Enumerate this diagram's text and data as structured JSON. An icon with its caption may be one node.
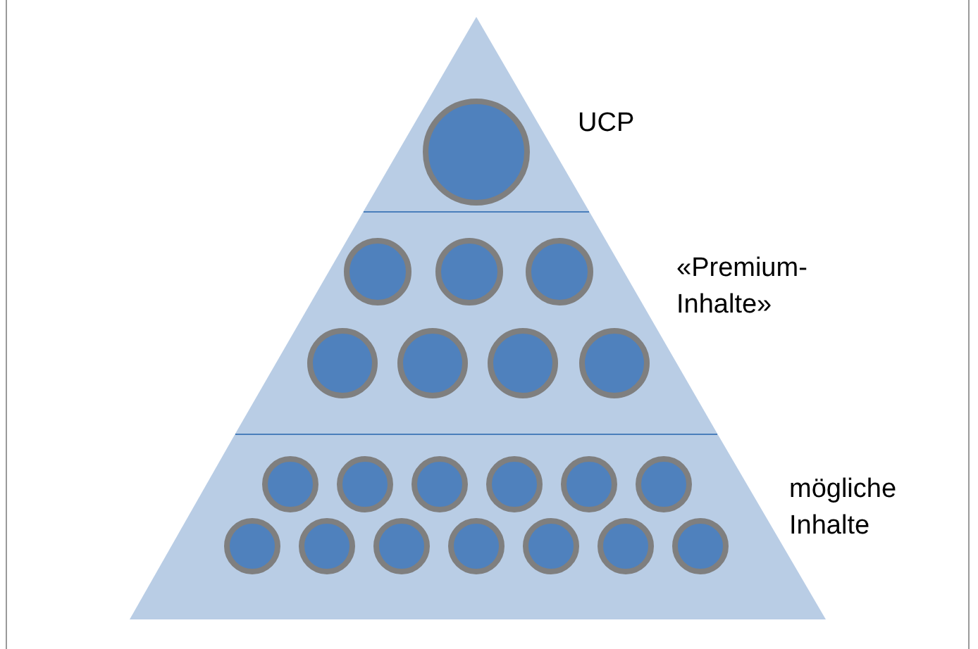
{
  "diagram": {
    "nodes": [
      {
        "text": [
          "UCP"
        ]
      },
      {
        "text": [],
        "shape": "circle",
        "in": 0
      },
      {
        "text": [
          "«Premium-Inhalte»"
        ]
      },
      {
        "text": [],
        "shape": "circle",
        "in": 2
      },
      {
        "text": [],
        "shape": "circle",
        "in": 2
      },
      {
        "text": [],
        "shape": "circle",
        "in": 2
      },
      {
        "text": [],
        "shape": "circle",
        "in": 2
      },
      {
        "text": [],
        "shape": "circle",
        "in": 2
      },
      {
        "text": [],
        "shape": "circle",
        "in": 2
      },
      {
        "text": [],
        "shape": "circle",
        "in": 2
      },
      {
        "text": [
          "mögliche Inhalte"
        ]
      },
      {
        "text": [],
        "shape": "circle",
        "in": 10
      },
      {
        "text": [],
        "shape": "circle",
        "in": 10
      },
      {
        "text": [],
        "shape": "circle",
        "in": 10
      },
      {
        "text": [],
        "shape": "circle",
        "in": 10
      },
      {
        "text": [],
        "shape": "circle",
        "in": 10
      },
      {
        "text": [],
        "shape": "circle",
        "in": 10
      },
      {
        "text": [],
        "shape": "circle",
        "in": 10
      },
      {
        "text": [],
        "shape": "circle",
        "in": 10
      },
      {
        "text": [],
        "shape": "circle",
        "in": 10
      },
      {
        "text": [],
        "shape": "circle",
        "in": 10
      },
      {
        "text": [],
        "shape": "circle",
        "in": 10
      },
      {
        "text": [],
        "shape": "circle",
        "in": 10
      },
      {
        "text": [],
        "shape": "circle",
        "in": 10
      }
    ]
  }
}
